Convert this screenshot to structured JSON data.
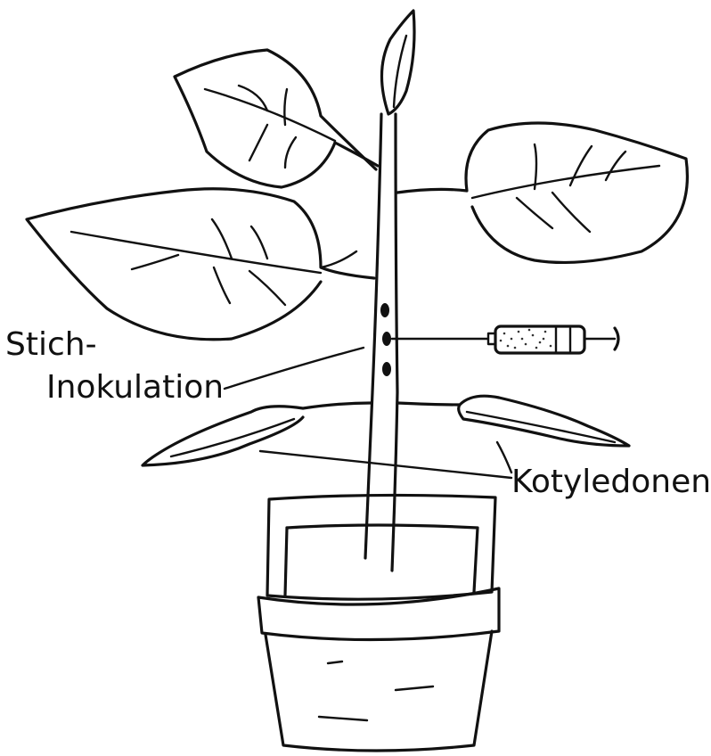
{
  "labels": {
    "stich": "Stich-",
    "inokulation": "Inokulation",
    "kotyledonen": "Kotyledonen"
  }
}
